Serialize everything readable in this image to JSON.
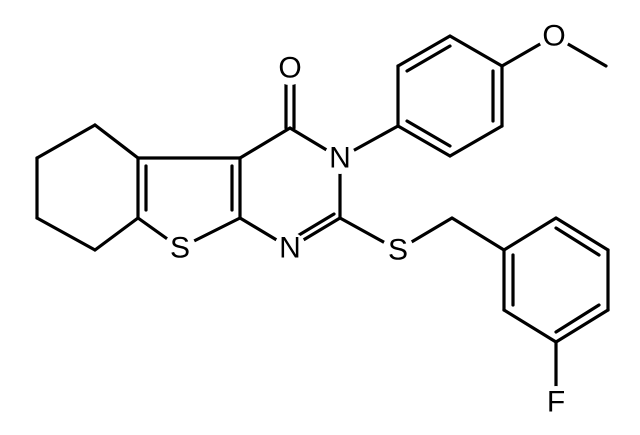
{
  "molecule": {
    "atoms": {
      "O": "O",
      "N": "N",
      "N2": "N",
      "S_ring": "S",
      "S_link": "S",
      "F": "F",
      "O_methoxy": "O"
    }
  },
  "colors": {
    "bond": "#000000",
    "label": "#000000",
    "background": "#ffffff"
  }
}
